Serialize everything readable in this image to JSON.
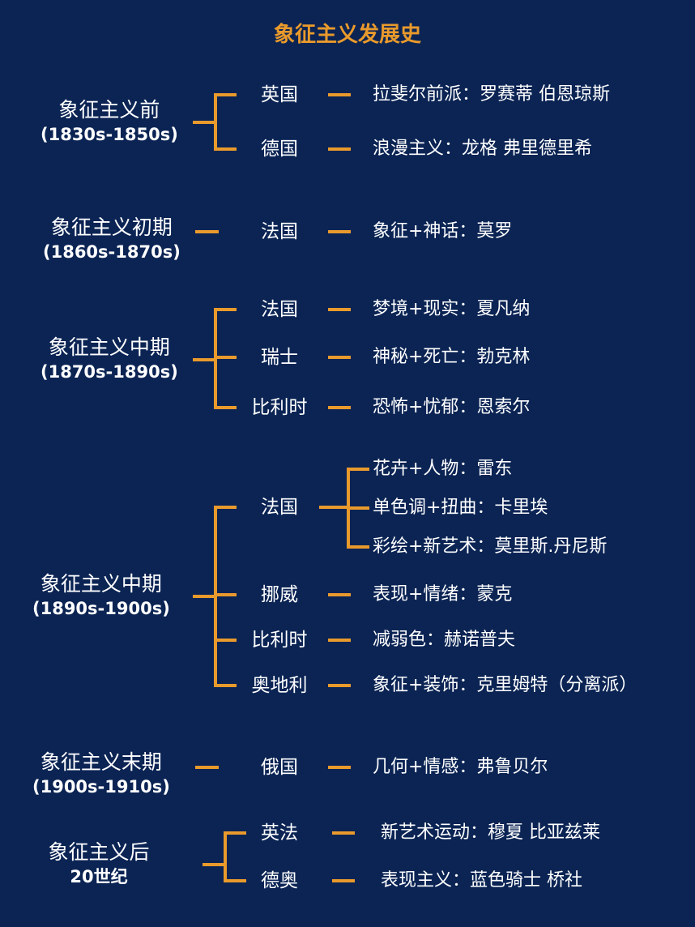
{
  "title": "象征主义发展史",
  "accent_color": "#e99a2c",
  "background_color": "#0b2454",
  "periods": [
    {
      "name": "象征主义前",
      "years": "(1830s-1850s)",
      "countries": [
        {
          "name": "英国",
          "items": [
            "拉斐尔前派：罗赛蒂 伯恩琼斯"
          ]
        },
        {
          "name": "德国",
          "items": [
            "浪漫主义：龙格  弗里德里希"
          ]
        }
      ]
    },
    {
      "name": "象征主义初期",
      "years": "(1860s-1870s)",
      "countries": [
        {
          "name": "法国",
          "items": [
            "象征+神话：莫罗"
          ]
        }
      ]
    },
    {
      "name": "象征主义中期",
      "years": "(1870s-1890s)",
      "countries": [
        {
          "name": "法国",
          "items": [
            "梦境+现实：夏凡纳"
          ]
        },
        {
          "name": "瑞士",
          "items": [
            "神秘+死亡：勃克林"
          ]
        },
        {
          "name": "比利时",
          "items": [
            "恐怖+忧郁：恩索尔"
          ]
        }
      ]
    },
    {
      "name": "象征主义中期",
      "years": "(1890s-1900s)",
      "countries": [
        {
          "name": "法国",
          "items": [
            "花卉+人物：雷东",
            "单色调+扭曲：卡里埃",
            "彩绘+新艺术：莫里斯.丹尼斯"
          ]
        },
        {
          "name": "挪威",
          "items": [
            "表现+情绪：蒙克"
          ]
        },
        {
          "name": "比利时",
          "items": [
            "减弱色：赫诺普夫"
          ]
        },
        {
          "name": "奥地利",
          "items": [
            "象征+装饰：克里姆特（分离派）"
          ]
        }
      ]
    },
    {
      "name": "象征主义末期",
      "years": "(1900s-1910s)",
      "countries": [
        {
          "name": "俄国",
          "items": [
            "几何+情感：弗鲁贝尔"
          ]
        }
      ]
    },
    {
      "name": "象征主义后",
      "years": "20世纪",
      "countries": [
        {
          "name": "英法",
          "items": [
            "新艺术运动：穆夏 比亚兹莱"
          ]
        },
        {
          "name": "德奥",
          "items": [
            "表现主义：蓝色骑士 桥社"
          ]
        }
      ]
    }
  ]
}
